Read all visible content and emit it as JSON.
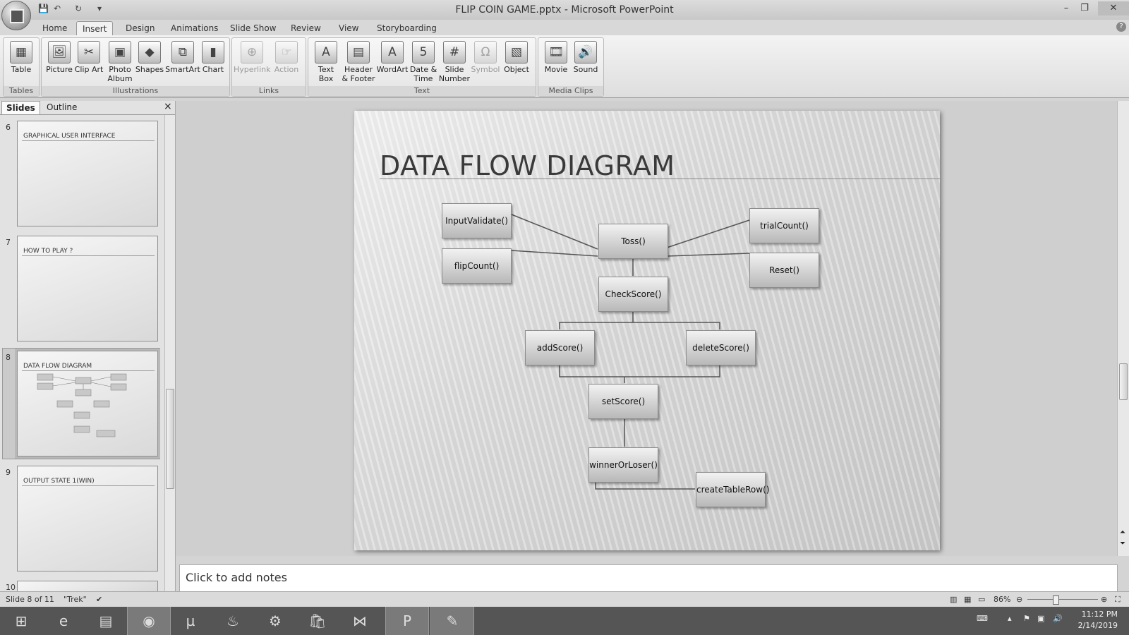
{
  "window": {
    "title": "FLIP COIN GAME.pptx - Microsoft PowerPoint",
    "minimize": "–",
    "restore": "❐",
    "close": "✕"
  },
  "qat": {
    "save": "💾",
    "undo": "↶",
    "redo": "↻",
    "customize": "▾"
  },
  "tabs": [
    "Home",
    "Insert",
    "Design",
    "Animations",
    "Slide Show",
    "Review",
    "View",
    "Storyboarding"
  ],
  "active_tab": "Insert",
  "ribbon": {
    "groups": [
      {
        "label": "Tables",
        "buttons": [
          {
            "label": "Table",
            "icon": "▦"
          }
        ]
      },
      {
        "label": "Illustrations",
        "buttons": [
          {
            "label": "Picture",
            "icon": "🖼"
          },
          {
            "label": "Clip Art",
            "icon": "✂"
          },
          {
            "label": "Photo Album",
            "icon": "▣"
          },
          {
            "label": "Shapes",
            "icon": "◆"
          },
          {
            "label": "SmartArt",
            "icon": "⧉"
          },
          {
            "label": "Chart",
            "icon": "▮"
          }
        ]
      },
      {
        "label": "Links",
        "buttons": [
          {
            "label": "Hyperlink",
            "icon": "⊕",
            "disabled": true
          },
          {
            "label": "Action",
            "icon": "☞",
            "disabled": true
          }
        ]
      },
      {
        "label": "Text",
        "buttons": [
          {
            "label": "Text Box",
            "icon": "A"
          },
          {
            "label": "Header & Footer",
            "icon": "▤"
          },
          {
            "label": "WordArt",
            "icon": "A"
          },
          {
            "label": "Date & Time",
            "icon": "5"
          },
          {
            "label": "Slide Number",
            "icon": "#"
          },
          {
            "label": "Symbol",
            "icon": "Ω",
            "disabled": true
          },
          {
            "label": "Object",
            "icon": "▧"
          }
        ]
      },
      {
        "label": "Media Clips",
        "buttons": [
          {
            "label": "Movie",
            "icon": "🎞"
          },
          {
            "label": "Sound",
            "icon": "🔊"
          }
        ]
      }
    ]
  },
  "pane": {
    "tabs": [
      "Slides",
      "Outline"
    ],
    "close": "×",
    "slides": [
      {
        "num": "6",
        "title": "GRAPHICAL USER INTERFACE"
      },
      {
        "num": "7",
        "title": "HOW TO PLAY ?"
      },
      {
        "num": "8",
        "title": "DATA FLOW DIAGRAM",
        "selected": true
      },
      {
        "num": "9",
        "title": "OUTPUT STATE 1(WIN)"
      },
      {
        "num": "10",
        "title": ""
      }
    ]
  },
  "slide": {
    "title": "DATA FLOW DIAGRAM",
    "nodes": {
      "input_validate": "InputValidate()",
      "flip_count": "flipCount()",
      "toss": "Toss()",
      "trial_count": "trialCount()",
      "reset": "Reset()",
      "check_score": "CheckScore()",
      "add_score": "addScore()",
      "delete_score": "deleteScore()",
      "set_score": "setScore()",
      "winner_or_loser": "winnerOrLoser()",
      "create_table_row": "createTableRow()"
    }
  },
  "notes": {
    "placeholder": "Click to add notes"
  },
  "status": {
    "slide_info": "Slide 8 of 11",
    "theme": "\"Trek\"",
    "zoom": "86%"
  },
  "taskbar": {
    "time": "11:12 PM",
    "date": "2/14/2019"
  }
}
